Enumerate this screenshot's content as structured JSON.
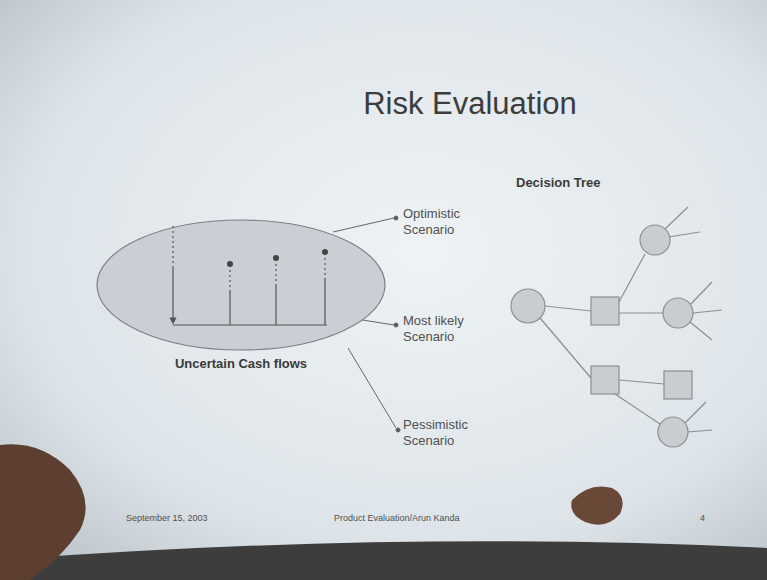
{
  "diagram": {
    "title": "Risk Evaluation",
    "nodes": [
      {
        "text": [
          "Uncertain Cash flows"
        ]
      }
    ],
    "labels": [
      "Optimistic Scenario",
      "Most likely Scenario",
      "Pessimistic Scenario",
      "Decision Tree",
      "September 15, 2003",
      "Product Evaluation/Arun Kanda",
      "4"
    ]
  }
}
